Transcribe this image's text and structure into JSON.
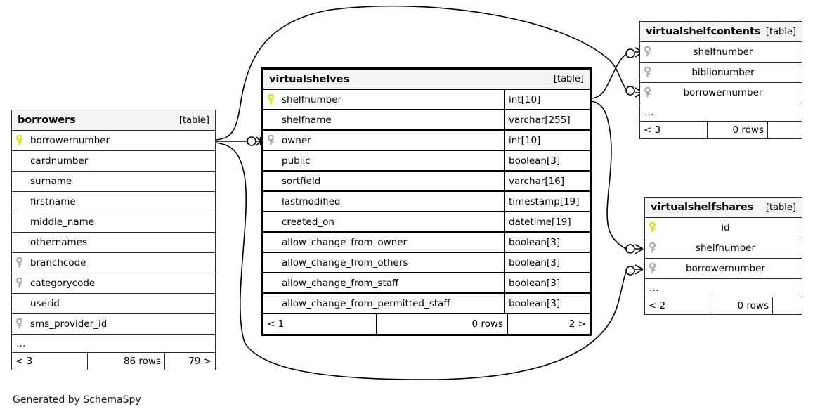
{
  "diagram": {
    "caption": "Generated by SchemaSpy",
    "table_tag": "[table]",
    "ellipsis": "…",
    "key_colors": {
      "primary": "#dede00",
      "foreign": "#a8a8a8"
    },
    "background": "#ffffff",
    "header_background": "#f4f4f4",
    "line_color": "#000000"
  },
  "tables": {
    "borrowers": {
      "title": "borrowers",
      "tag": "[table]",
      "columns": [
        {
          "name": "borrowernumber",
          "key": "primary",
          "type": ""
        },
        {
          "name": "cardnumber",
          "key": "none",
          "type": ""
        },
        {
          "name": "surname",
          "key": "none",
          "type": ""
        },
        {
          "name": "firstname",
          "key": "none",
          "type": ""
        },
        {
          "name": "middle_name",
          "key": "none",
          "type": ""
        },
        {
          "name": "othernames",
          "key": "none",
          "type": ""
        },
        {
          "name": "branchcode",
          "key": "foreign",
          "type": ""
        },
        {
          "name": "categorycode",
          "key": "foreign",
          "type": ""
        },
        {
          "name": "userid",
          "key": "none",
          "type": ""
        },
        {
          "name": "sms_provider_id",
          "key": "foreign",
          "type": ""
        }
      ],
      "has_ellipsis": true,
      "footer": {
        "left": "< 3",
        "middle": "86 rows",
        "right": "79 >"
      }
    },
    "virtualshelves": {
      "title": "virtualshelves",
      "tag": "[table]",
      "columns": [
        {
          "name": "shelfnumber",
          "key": "primary",
          "type": "int[10]"
        },
        {
          "name": "shelfname",
          "key": "none",
          "type": "varchar[255]"
        },
        {
          "name": "owner",
          "key": "foreign",
          "type": "int[10]"
        },
        {
          "name": "public",
          "key": "none",
          "type": "boolean[3]"
        },
        {
          "name": "sortfield",
          "key": "none",
          "type": "varchar[16]"
        },
        {
          "name": "lastmodified",
          "key": "none",
          "type": "timestamp[19]"
        },
        {
          "name": "created_on",
          "key": "none",
          "type": "datetime[19]"
        },
        {
          "name": "allow_change_from_owner",
          "key": "none",
          "type": "boolean[3]"
        },
        {
          "name": "allow_change_from_others",
          "key": "none",
          "type": "boolean[3]"
        },
        {
          "name": "allow_change_from_staff",
          "key": "none",
          "type": "boolean[3]"
        },
        {
          "name": "allow_change_from_permitted_staff",
          "key": "none",
          "type": "boolean[3]"
        }
      ],
      "has_ellipsis": false,
      "footer": {
        "left": "< 1",
        "middle": "0 rows",
        "right": "2 >"
      }
    },
    "virtualshelfcontents": {
      "title": "virtualshelfcontents",
      "tag": "[table]",
      "columns": [
        {
          "name": "shelfnumber",
          "key": "foreign",
          "type": ""
        },
        {
          "name": "biblionumber",
          "key": "foreign",
          "type": ""
        },
        {
          "name": "borrowernumber",
          "key": "foreign",
          "type": ""
        }
      ],
      "has_ellipsis": true,
      "footer": {
        "left": "< 3",
        "middle": "0 rows",
        "right": ""
      }
    },
    "virtualshelfshares": {
      "title": "virtualshelfshares",
      "tag": "[table]",
      "columns": [
        {
          "name": "id",
          "key": "primary",
          "type": ""
        },
        {
          "name": "shelfnumber",
          "key": "foreign",
          "type": ""
        },
        {
          "name": "borrowernumber",
          "key": "foreign",
          "type": ""
        }
      ],
      "has_ellipsis": true,
      "footer": {
        "left": "< 2",
        "middle": "0 rows",
        "right": ""
      }
    }
  },
  "relationships": [
    {
      "from": "borrowers.borrowernumber",
      "to": "virtualshelves.owner",
      "cardinality": "zero-or-more"
    },
    {
      "from": "borrowers.borrowernumber",
      "to": "virtualshelfcontents.borrowernumber",
      "cardinality": "zero-or-more"
    },
    {
      "from": "borrowers.borrowernumber",
      "to": "virtualshelfshares.borrowernumber",
      "cardinality": "zero-or-more"
    },
    {
      "from": "virtualshelves.shelfnumber",
      "to": "virtualshelfcontents.shelfnumber",
      "cardinality": "zero-or-more"
    },
    {
      "from": "virtualshelves.shelfnumber",
      "to": "virtualshelfshares.shelfnumber",
      "cardinality": "zero-or-more"
    }
  ]
}
